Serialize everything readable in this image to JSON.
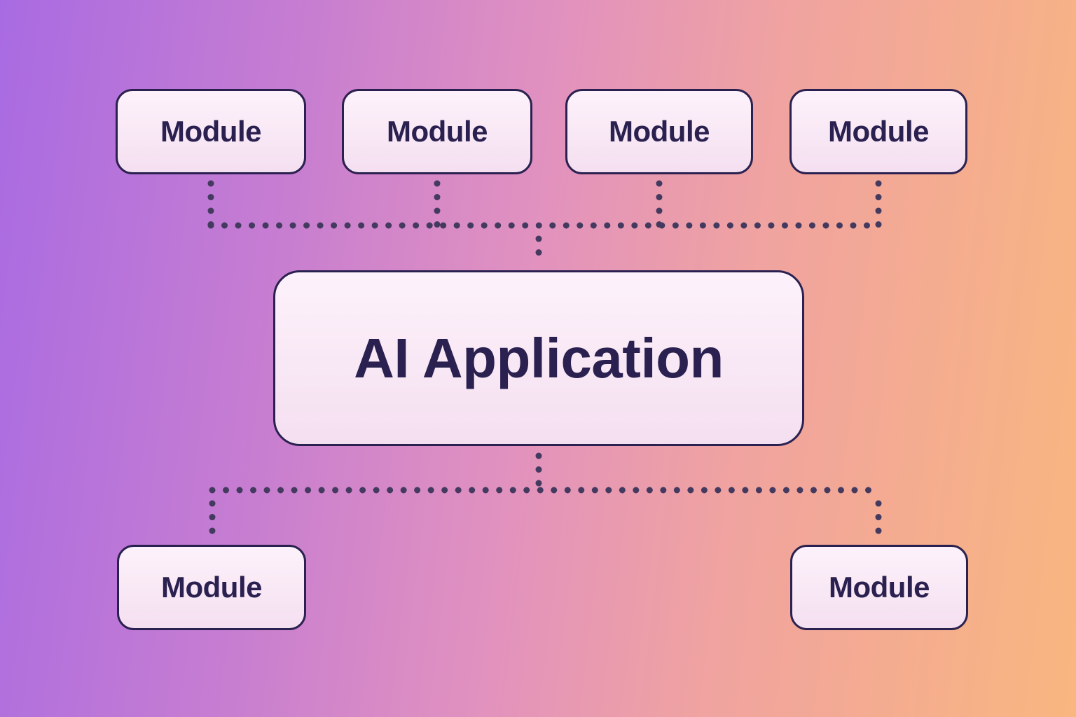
{
  "diagram": {
    "center": {
      "label": "AI Application"
    },
    "top_modules": [
      {
        "label": "Module"
      },
      {
        "label": "Module"
      },
      {
        "label": "Module"
      },
      {
        "label": "Module"
      }
    ],
    "bottom_modules": [
      {
        "label": "Module"
      },
      {
        "label": "Module"
      }
    ],
    "colors": {
      "background_gradient_start": "#a96be2",
      "background_gradient_mid": "#e191bf",
      "background_gradient_end": "#f9b67f",
      "box_fill": "#f8e9f6",
      "box_border": "#2b2150",
      "text": "#2b2150",
      "dots": "#443a5f"
    }
  }
}
